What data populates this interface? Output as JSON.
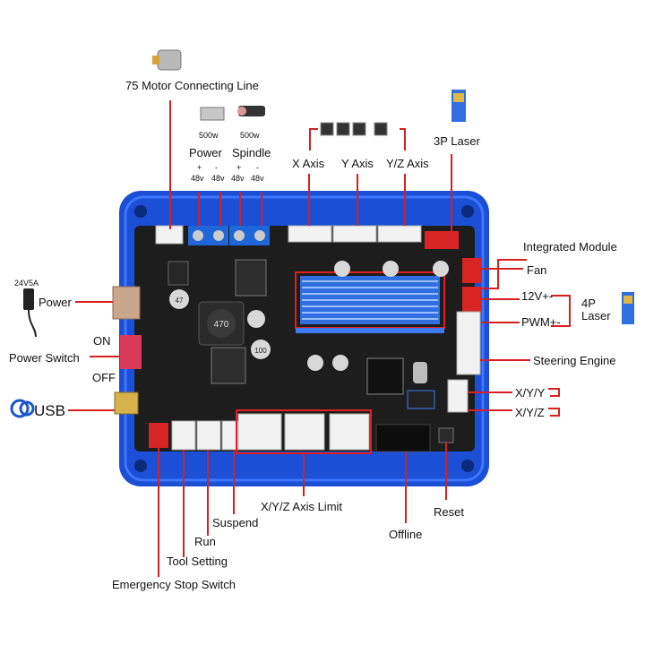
{
  "labels": {
    "motor_line": "75 Motor Connecting Line",
    "power_w": "500w",
    "spindle_w": "500w",
    "power": "Power",
    "spindle": "Spindle",
    "power_plus": "+",
    "power_minus": "-",
    "power_v1": "48v",
    "power_v2": "48v",
    "spindle_plus": "+",
    "spindle_minus": "-",
    "spindle_v1": "48v",
    "spindle_v2": "48v",
    "x_axis": "X Axis",
    "y_axis": "Y Axis",
    "yz_axis": "Y/Z Axis",
    "laser_3p": "3P Laser",
    "integrated_module": "Integrated Module",
    "fan": "Fan",
    "v12": "12V+-",
    "pwm": "PWM+-",
    "laser_4p_a": "4P",
    "laser_4p_b": "Laser",
    "steering_engine": "Steering Engine",
    "xyy": "X/Y/Y",
    "xyz": "X/Y/Z",
    "adapter": "24V5A",
    "power_in": "Power",
    "on": "ON",
    "off": "OFF",
    "power_switch": "Power Switch",
    "usb": "USB",
    "axis_limit": "X/Y/Z Axis Limit",
    "reset": "Reset",
    "offline": "Offline",
    "suspend": "Suspend",
    "run": "Run",
    "tool_setting": "Tool Setting",
    "estop": "Emergency Stop Switch"
  },
  "chip_text": {
    "inductor": "470",
    "cap1": "47",
    "cap2": "100"
  },
  "colors": {
    "case_blue": "#1a4fd6",
    "board": "#1d1d1d",
    "leader": "#d62020",
    "connector_white": "#f2f2f2",
    "connector_red": "#d92424",
    "terminal_blue": "#1f66d8"
  }
}
